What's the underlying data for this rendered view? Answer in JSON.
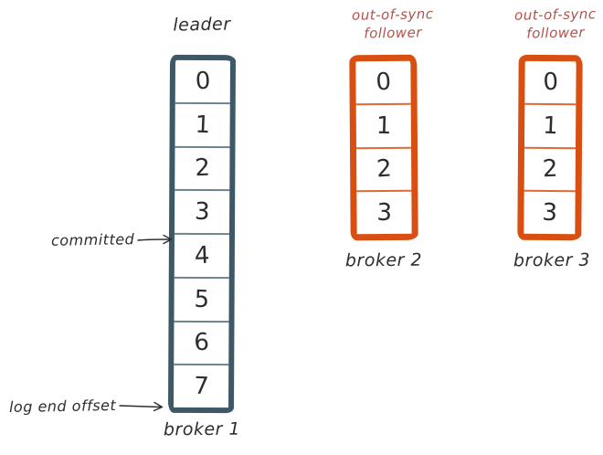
{
  "leader": {
    "title": "leader",
    "broker": "broker 1",
    "cells": [
      "0",
      "1",
      "2",
      "3",
      "4",
      "5",
      "6",
      "7"
    ]
  },
  "followers": [
    {
      "role_line1": "out-of-sync",
      "role_line2": "follower",
      "broker": "broker 2",
      "cells": [
        "0",
        "1",
        "2",
        "3"
      ]
    },
    {
      "role_line1": "out-of-sync",
      "role_line2": "follower",
      "broker": "broker 3",
      "cells": [
        "0",
        "1",
        "2",
        "3"
      ]
    }
  ],
  "annotations": {
    "committed": "committed",
    "log_end_offset": "log end offset"
  },
  "colors": {
    "leader_outline": "#3d5967",
    "follower_outline": "#d94f12",
    "follower_label_text": "#b1524c",
    "ink": "#2d2d2d",
    "background": "#ffffff"
  }
}
